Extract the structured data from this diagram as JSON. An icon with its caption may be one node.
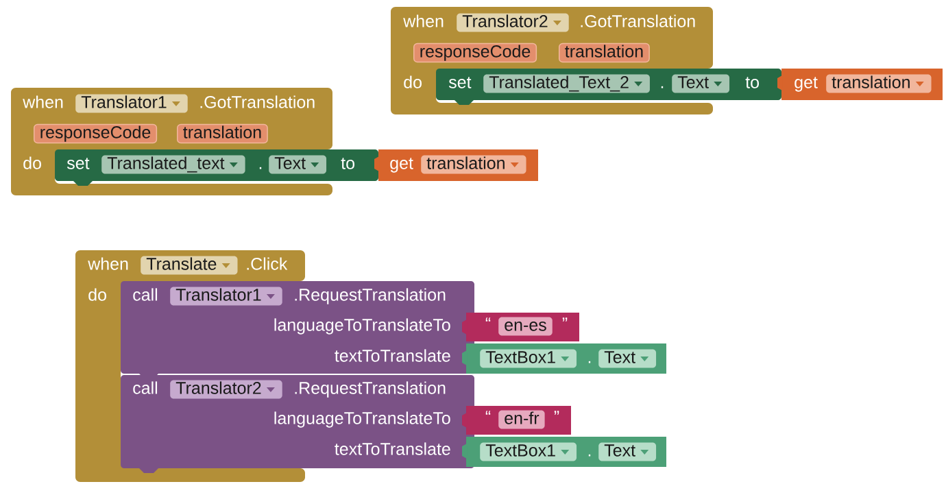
{
  "diagram": {
    "nodes": [
      {
        "text": [
          "when",
          ".GotTranslation",
          "do"
        ]
      },
      {
        "text": [
          "Translator2"
        ],
        "in": 0
      },
      {
        "text": [
          "responseCode"
        ],
        "in": 0
      },
      {
        "text": [
          "translation"
        ],
        "in": 0
      },
      {
        "text": [
          "set",
          ".",
          "to"
        ]
      },
      {
        "text": [
          "Translated_Text_2"
        ],
        "in": 4
      },
      {
        "text": [
          "Text"
        ],
        "in": 4
      },
      {
        "text": [
          "get"
        ]
      },
      {
        "text": [
          "translation"
        ],
        "in": 7
      },
      {
        "text": [
          "when",
          ".GotTranslation",
          "do"
        ]
      },
      {
        "text": [
          "Translator1"
        ],
        "in": 9
      },
      {
        "text": [
          "responseCode"
        ],
        "in": 9
      },
      {
        "text": [
          "translation"
        ],
        "in": 9
      },
      {
        "text": [
          "set",
          ".",
          "to"
        ]
      },
      {
        "text": [
          "Translated_text"
        ],
        "in": 13
      },
      {
        "text": [
          "Text"
        ],
        "in": 13
      },
      {
        "text": [
          "get"
        ]
      },
      {
        "text": [
          "translation"
        ],
        "in": 16
      },
      {
        "text": [
          "when",
          ".Click",
          "do"
        ]
      },
      {
        "text": [
          "Translate"
        ],
        "in": 18
      },
      {
        "text": [
          "call",
          ".RequestTranslation",
          "languageToTranslateTo",
          "textToTranslate"
        ]
      },
      {
        "text": [
          "Translator1"
        ],
        "in": 20
      },
      {
        "text": [
          "“",
          "”"
        ]
      },
      {
        "text": [
          "en-es"
        ],
        "in": 22
      },
      {
        "text": [
          "."
        ]
      },
      {
        "text": [
          "TextBox1"
        ],
        "in": 24
      },
      {
        "text": [
          "Text"
        ],
        "in": 24
      },
      {
        "text": [
          "call",
          ".RequestTranslation",
          "languageToTranslateTo",
          "textToTranslate"
        ]
      },
      {
        "text": [
          "Translator2"
        ],
        "in": 27
      },
      {
        "text": [
          "“",
          "”"
        ]
      },
      {
        "text": [
          "en-fr"
        ],
        "in": 29
      },
      {
        "text": [
          "."
        ]
      },
      {
        "text": [
          "TextBox1"
        ],
        "in": 31
      },
      {
        "text": [
          "Text"
        ],
        "in": 31
      }
    ]
  }
}
